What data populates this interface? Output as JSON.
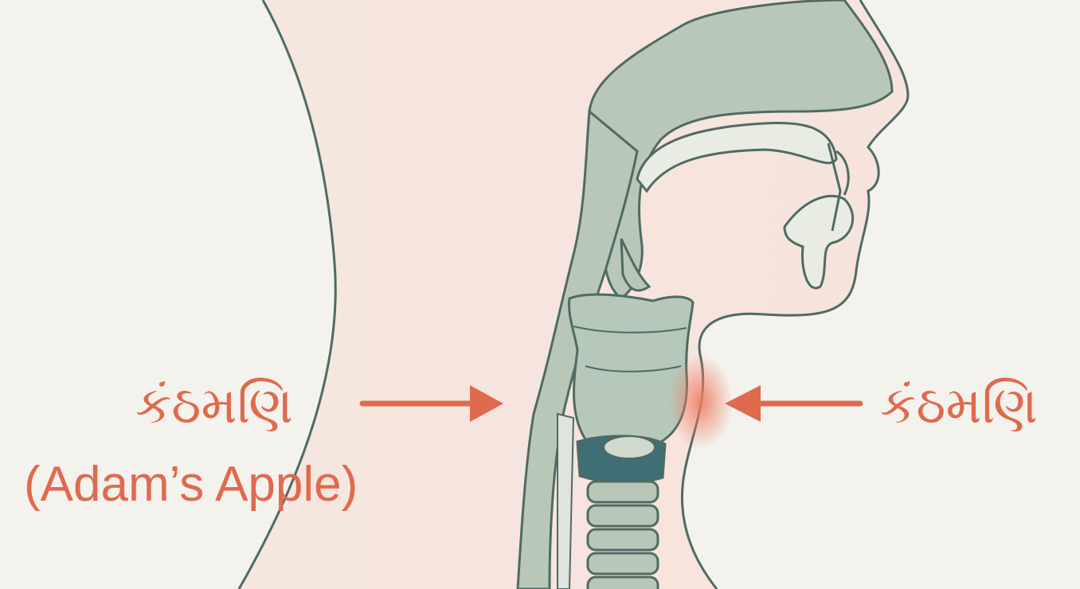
{
  "labels": {
    "left_main": "કંઠમણિ",
    "left_sub": "(Adam’s Apple)",
    "right_main": "કંઠમણિ"
  },
  "colors": {
    "background": "#f3f2ec",
    "skin_tint": "#f6e2da",
    "outline": "#4f6b62",
    "tissue": "#b9c7b9",
    "cartilage_dark": "#3f6e75",
    "accent": "#e06a4e"
  },
  "icons": {
    "left_arrow_icon": "arrow-right",
    "right_arrow_icon": "arrow-left"
  }
}
